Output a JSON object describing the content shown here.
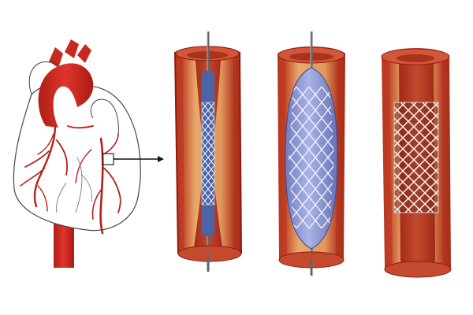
{
  "diagram": {
    "panels": [
      {
        "id": "heart",
        "depicts": "heart-with-coronary-arteries"
      },
      {
        "id": "stage-1",
        "depicts": "catheter-with-crimped-stent"
      },
      {
        "id": "stage-2",
        "depicts": "inflated-balloon-expanding-stent"
      },
      {
        "id": "stage-3",
        "depicts": "expanded-stent-in-artery"
      }
    ],
    "colors": {
      "artery_red": "#c8281e",
      "artery_dark": "#8e1a12",
      "vessel_wall": "#c9462b",
      "vessel_inner": "#e9a46a",
      "vessel_lumen": "#b93a22",
      "balloon_blue": "#8d9ad6",
      "stent_metal": "#e8e8ec",
      "catheter_gray": "#6c7280",
      "outline": "#333333"
    }
  }
}
